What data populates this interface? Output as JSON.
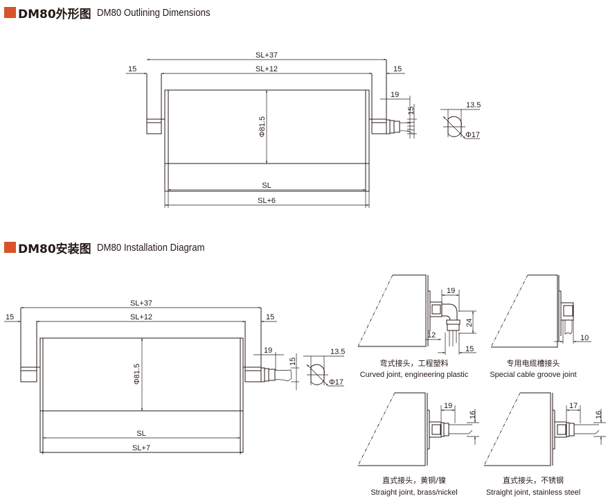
{
  "sections": {
    "outline": {
      "title_cn": "DM80外形图",
      "title_en": "DM80 Outlining Dimensions",
      "accent_color": "#d9532a",
      "dims": {
        "overall": "SL+37",
        "shaft_span": "SL+12",
        "left_shaft": "15",
        "right_shaft": "15",
        "connector_len": "19",
        "connector_h": "15",
        "diameter": "Φ81.5",
        "tube_len": "SL",
        "body_len": "SL+6",
        "flat_width": "13.5",
        "shaft_dia": "Φ17"
      }
    },
    "install": {
      "title_cn": "DM80安装图",
      "title_en": "DM80 Installation Diagram",
      "accent_color": "#d9532a",
      "dims": {
        "overall": "SL+37",
        "shaft_span": "SL+12",
        "left_shaft": "15",
        "right_shaft": "15",
        "connector_len": "19",
        "connector_h": "15",
        "diameter": "Φ81.5",
        "tube_len": "SL",
        "body_len": "SL+7",
        "flat_width": "13.5",
        "shaft_dia": "Φ17"
      }
    }
  },
  "joints": [
    {
      "caption_cn": "弯式接头，工程塑料",
      "caption_en": "Curved joint, engineering plastic",
      "dims": [
        "19",
        "24",
        "12",
        "15"
      ]
    },
    {
      "caption_cn": "专用电缆槽接头",
      "caption_en": "Special cable groove joint",
      "dims": [
        "10"
      ]
    },
    {
      "caption_cn": "直式接头，黄铜/镍",
      "caption_en": "Straight joint, brass/nickel",
      "dims": [
        "19",
        "16"
      ]
    },
    {
      "caption_cn": "直式接头，不锈钢",
      "caption_en": "Straight joint, stainless steel",
      "dims": [
        "17",
        "16"
      ]
    }
  ]
}
